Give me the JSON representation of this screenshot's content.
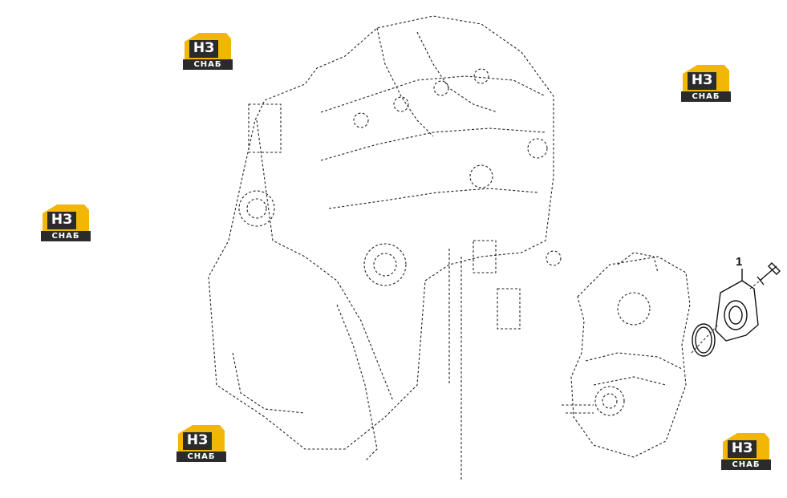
{
  "brand": {
    "logo_top": "НЗ",
    "logo_bottom": "СНАБ",
    "colors": {
      "accent": "#f2b705",
      "dark": "#2b2b2b"
    }
  },
  "diagram": {
    "callouts": [
      {
        "label": "1"
      }
    ]
  }
}
